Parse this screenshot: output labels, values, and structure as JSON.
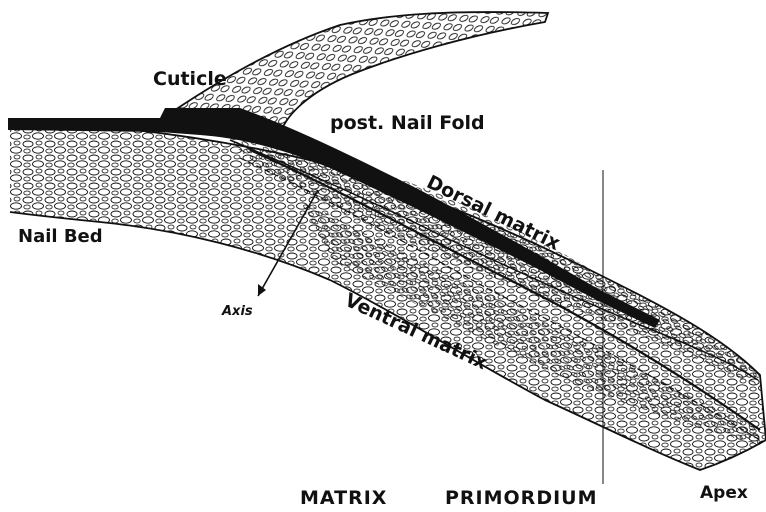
{
  "labels": {
    "cuticle": "Cuticle",
    "post_nail_fold": "post. Nail Fold",
    "dorsal_matrix": "Dorsal matrix",
    "nail_bed": "Nail Bed",
    "axis": "Axis",
    "ventral_matrix": "Ventral matrix",
    "matrix": "MATRIX",
    "primordium": "PRIMORDIUM",
    "apex": "Apex"
  },
  "colors": {
    "ink": "#111111",
    "paper": "#ffffff"
  }
}
